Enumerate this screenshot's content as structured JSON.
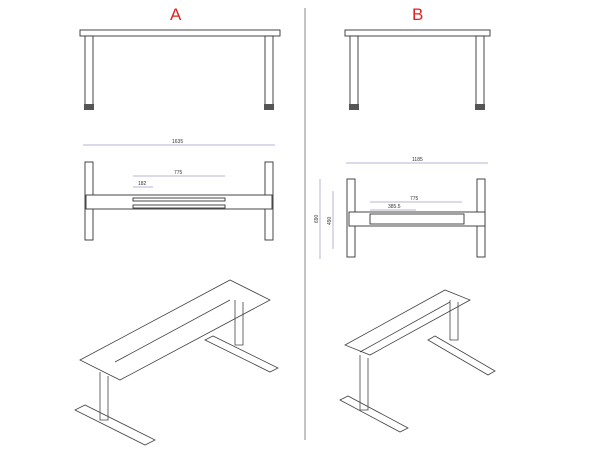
{
  "panels": [
    {
      "label": "A",
      "dims": {
        "overall_width": "1635",
        "beam_span": "775",
        "offset": "182"
      }
    },
    {
      "label": "B",
      "dims": {
        "overall_width": "1185",
        "beam_span": "775",
        "offset": "385.5",
        "outer_depth": "690",
        "inner_depth": "490"
      }
    }
  ]
}
